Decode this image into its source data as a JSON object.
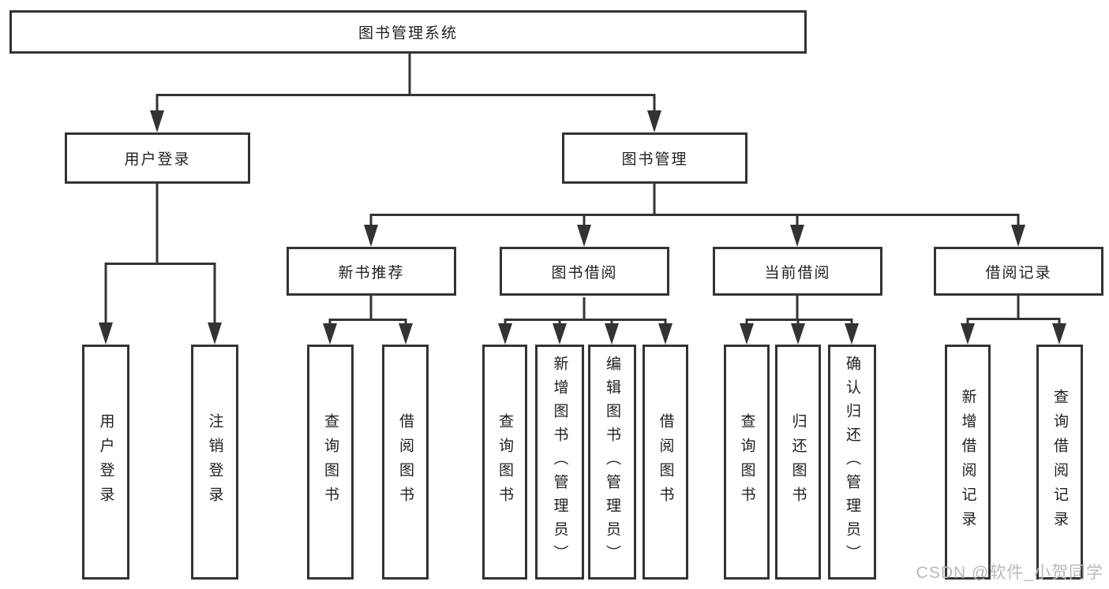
{
  "diagram": {
    "title": "图书管理系统",
    "level2": [
      {
        "label": "用户登录"
      },
      {
        "label": "图书管理"
      }
    ],
    "level3": [
      {
        "label": "新书推荐"
      },
      {
        "label": "图书借阅"
      },
      {
        "label": "当前借阅"
      },
      {
        "label": "借阅记录"
      }
    ],
    "leaves": {
      "user_login": [
        "用户登录",
        "注销登录"
      ],
      "new_book": [
        "查询图书",
        "借阅图书"
      ],
      "book_borrow": [
        "查询图书",
        "新增图书（管理员）",
        "编辑图书（管理员）",
        "借阅图书"
      ],
      "current_borrow": [
        "查询图书",
        "归还图书",
        "确认归还（管理员）"
      ],
      "borrow_record": [
        "新增借阅记录",
        "查询借阅记录"
      ]
    }
  },
  "watermark": {
    "text": "CSDN @软件_小贺同学"
  },
  "colors": {
    "line": "#333333",
    "text": "#1f1f1f",
    "background": "#ffffff",
    "watermark": "#b9b9b9"
  }
}
